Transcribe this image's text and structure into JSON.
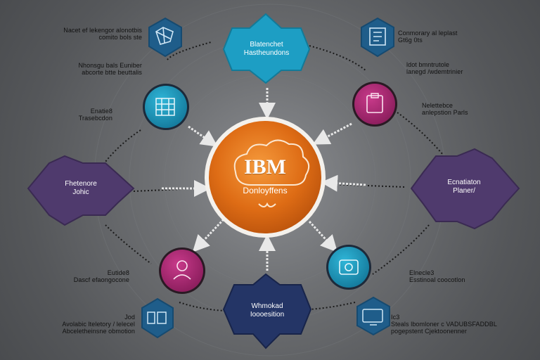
{
  "center": {
    "title": "IBM",
    "subtitle": "Donloyffens"
  },
  "shapes": {
    "top": "Blatenchet\nHastheundons",
    "left": "Fhetenore\nJohic",
    "right": "Ecnatiaton\nPlaner/",
    "bottom": "Whmokad\nIoooesition"
  },
  "labels": {
    "top_left": [
      "Nacet ef lekengor alonotbis",
      "comito bols ste"
    ],
    "top_left_sub": [
      "Nhonsgu bals Euniber",
      "abcorte btte beuttalis"
    ],
    "mid_left": [
      "Enatie8",
      "Trasebcdon"
    ],
    "lower_left": [
      "Eutide8",
      "Dascf efaongocone"
    ],
    "bottom_left": [
      "Jod",
      "Avolabic lteletory / lelecel",
      "Abceletheinsne obmotion"
    ],
    "top_right": [
      "Conmorary al leplast",
      "Gt6g 0ts"
    ],
    "top_right_sub": [
      "ldot bmntrutole",
      "lanegd /wdemtrinier"
    ],
    "mid_right": [
      "Nelettebce",
      "anlepstion Parls"
    ],
    "lower_right": [
      "Elnecle3",
      "Esstinoal coocotlon"
    ],
    "bottom_right": [
      "Ic3",
      "Steals lbomloner c VADUBSFADDBL",
      "pogepstent Cjektoonenner"
    ]
  },
  "colors": {
    "teal": "#1a8fb1",
    "navy": "#1f5d8a",
    "magenta": "#a3246e",
    "purple": "#4e3a6b",
    "dark_navy": "#233565",
    "orange": "#e0711a"
  }
}
